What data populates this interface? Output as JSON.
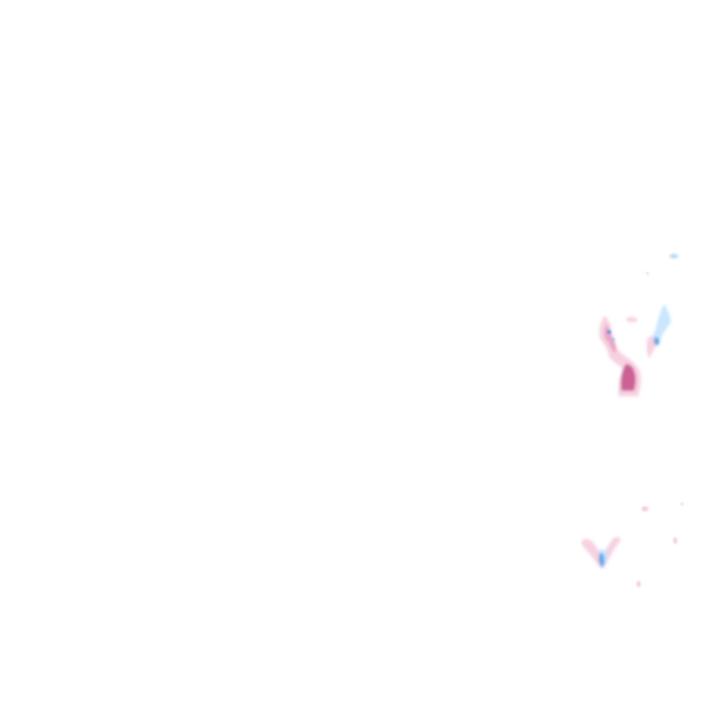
{
  "layer": {
    "kind": "precipitation-radar-overlay",
    "background": "transparent",
    "palette": {
      "rain_light": "#bfe3ff",
      "rain_mid": "#8cc8f5",
      "rain_core": "#4fa3e8",
      "mix_light": "#f6c9dc",
      "mix_mid": "#eaa0c3",
      "mix_heavy": "#c8558f"
    },
    "cells": [
      {
        "id": "cell-north-pink",
        "type": "mixed-precipitation",
        "intensity": "moderate"
      },
      {
        "id": "cell-north-blue",
        "type": "rain",
        "intensity": "light"
      },
      {
        "id": "cell-south",
        "type": "mixed-precipitation",
        "intensity": "light"
      },
      {
        "id": "cell-specks",
        "type": "scattered",
        "intensity": "very-light"
      }
    ]
  }
}
